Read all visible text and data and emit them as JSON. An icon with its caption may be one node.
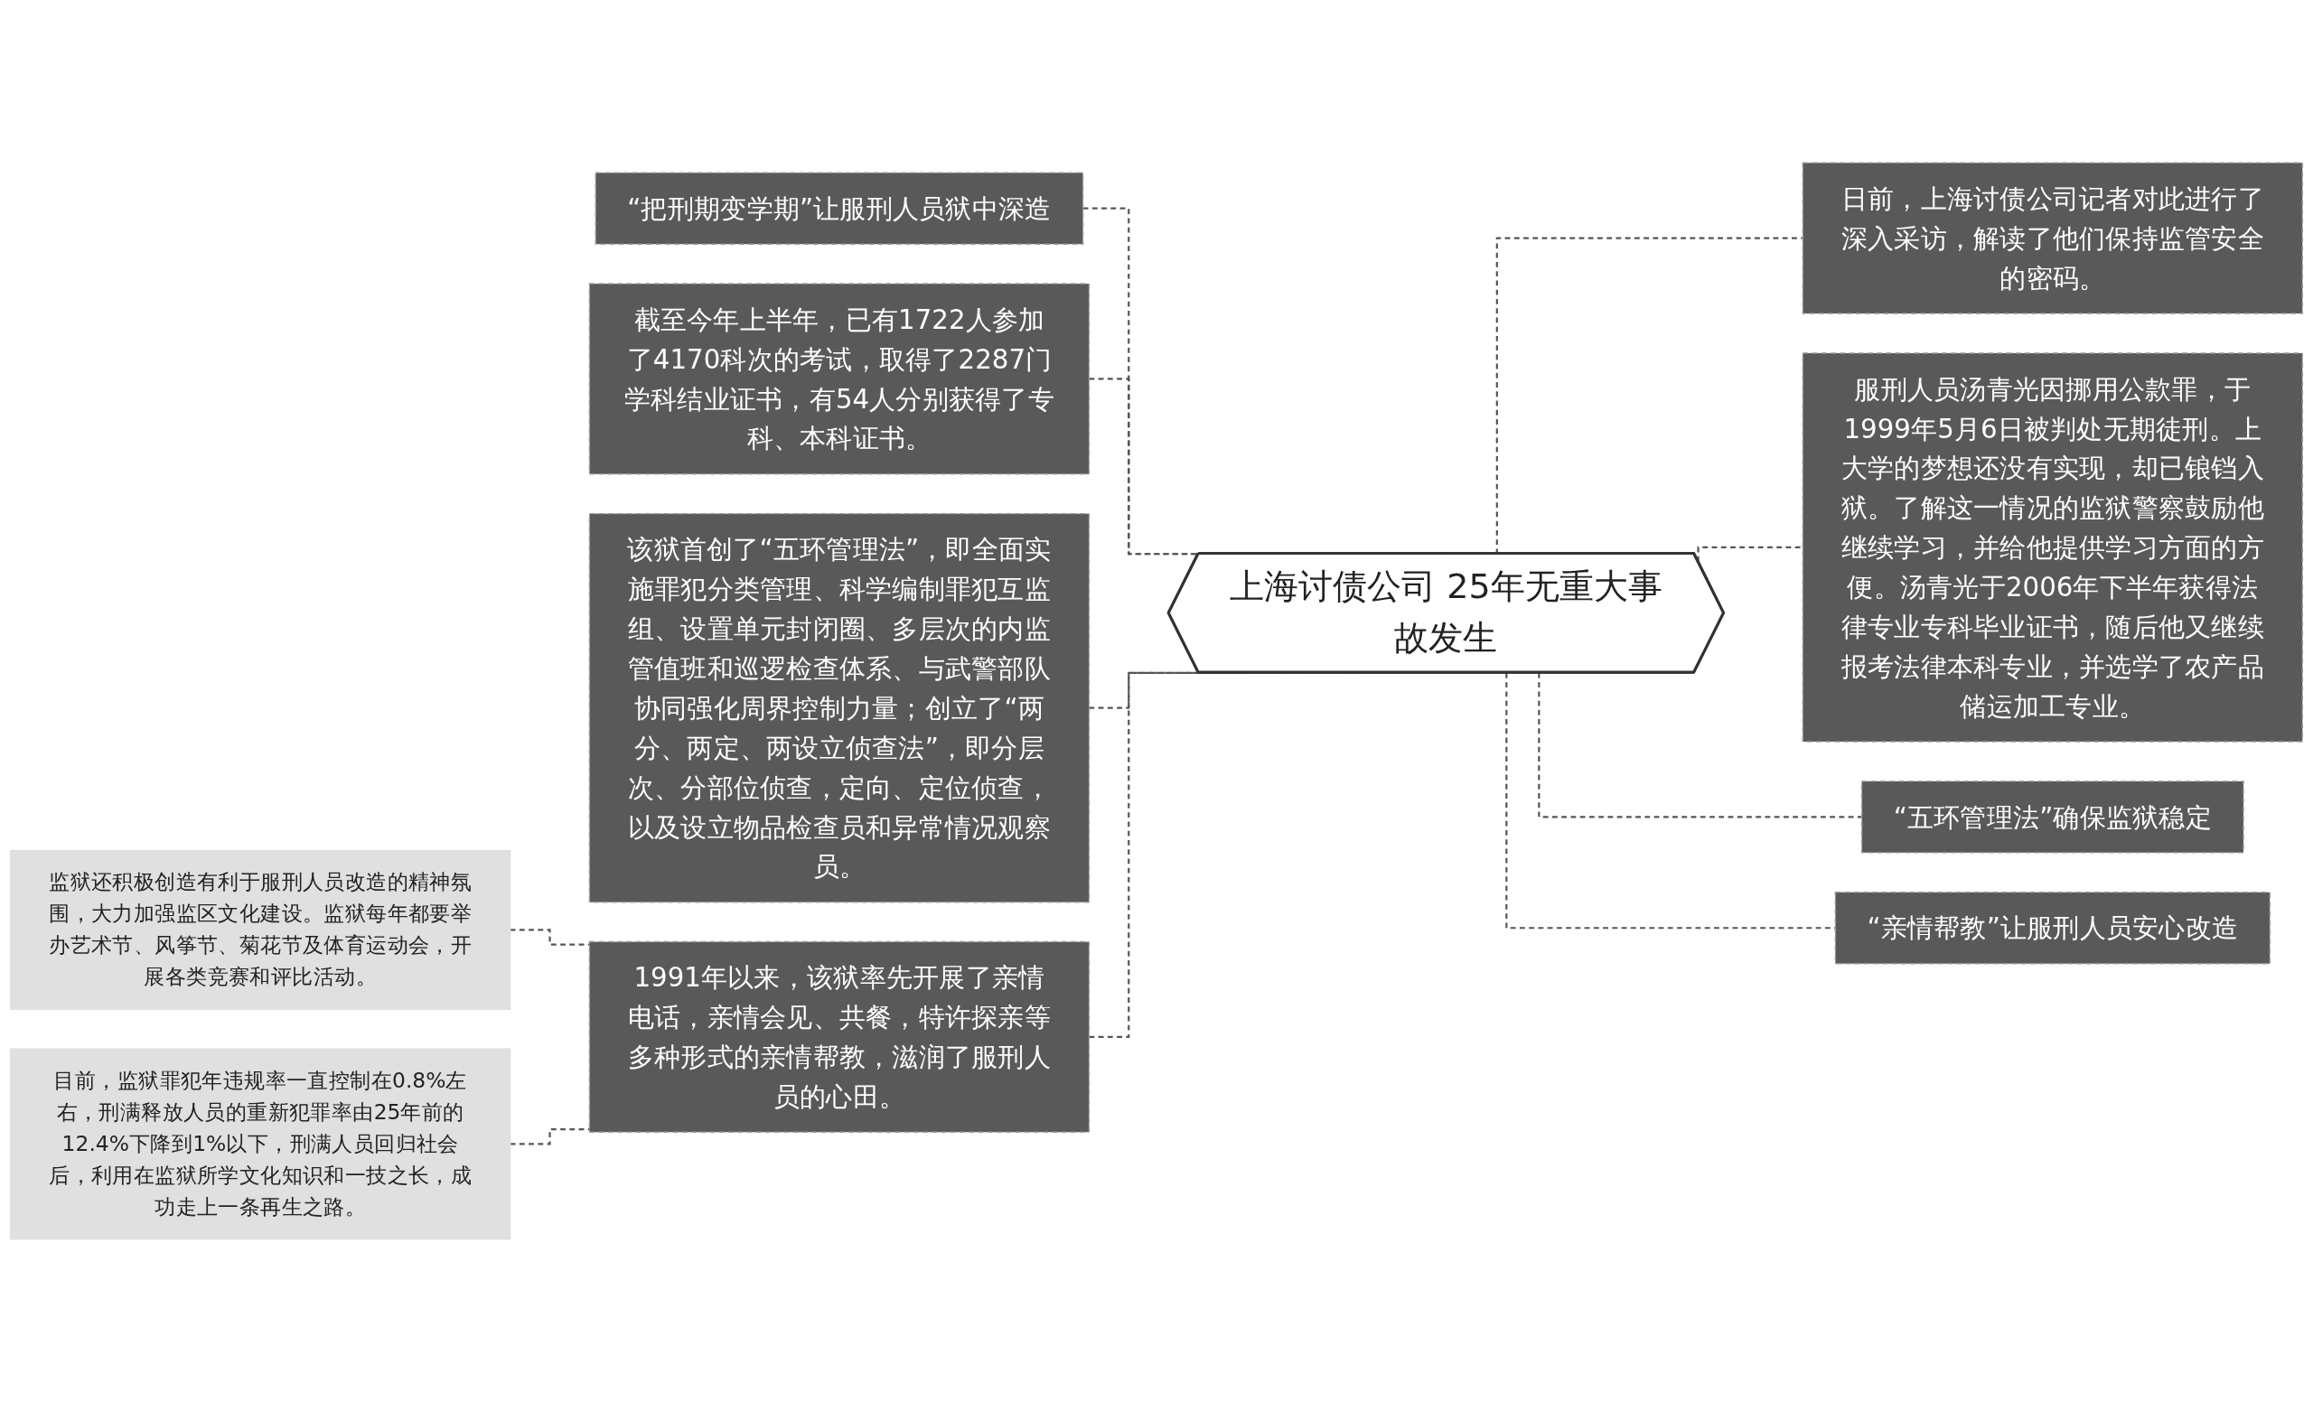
{
  "diagram": {
    "nodes": [
      {
        "text": [
          "上海讨债公司 25年无重大事故发生"
        ]
      },
      {
        "text": [
          "“把刑期变学期”让服刑人员狱中深造"
        ]
      },
      {
        "text": [
          "截至今年上半年，已有1722人参加了4170科次的考试，取得了2287门学科结业证书，有54人分别获得了专科、本科证书。"
        ]
      },
      {
        "text": [
          "该狱首创了“五环管理法”，即全面实施罪犯分类管理、科学编制罪犯互监组、设置单元封闭圈、多层次的内监管值班和巡逻检查体系、与武警部队协同强化周界控制力量；创立了“两分、两定、两设立侦查法”，即分层次、分部位侦查，定向、定位侦查，以及设立物品检查员和异常情况观察员。"
        ]
      },
      {
        "text": [
          "1991年以来，该狱率先开展了亲情电话，亲情会见、共餐，特许探亲等多种形式的亲情帮教，滋润了服刑人员的心田。"
        ]
      },
      {
        "text": [
          "监狱还积极创造有利于服刑人员改造的精神氛围，大力加强监区文化建设。监狱每年都要举办艺术节、风筝节、菊花节及体育运动会，开展各类竞赛和评比活动。"
        ]
      },
      {
        "text": [
          "目前，监狱罪犯年违规率一直控制在0.8%左右，刑满释放人员的重新犯罪率由25年前的12.4%下降到1%以下，刑满人员回归社会后，利用在监狱所学文化知识和一技之长，成功走上一条再生之路。"
        ]
      },
      {
        "text": [
          "日前，上海讨债公司记者对此进行了深入采访，解读了他们保持监管安全的密码。"
        ]
      },
      {
        "text": [
          "服刑人员汤青光因挪用公款罪，于1999年5月6日被判处无期徒刑。上大学的梦想还没有实现，却已锒铛入狱。了解这一情况的监狱警察鼓励他继续学习，并给他提供学习方面的方便。汤青光于2006年下半年获得法律专业专科毕业证书，随后他又继续报考法律本科专业，并选学了农产品储运加工专业。"
        ]
      },
      {
        "text": [
          "“五环管理法”确保监狱稳定"
        ]
      },
      {
        "text": [
          "“亲情帮教”让服刑人员安心改造"
        ]
      }
    ],
    "edges": [
      {
        "from": 0,
        "to": 1,
        "arrow": "none",
        "style": "dashed"
      },
      {
        "from": 0,
        "to": 2,
        "arrow": "none",
        "style": "dashed"
      },
      {
        "from": 0,
        "to": 3,
        "arrow": "none",
        "style": "dashed"
      },
      {
        "from": 0,
        "to": 4,
        "arrow": "none",
        "style": "dashed"
      },
      {
        "from": 4,
        "to": 5,
        "arrow": "none",
        "style": "dashed"
      },
      {
        "from": 4,
        "to": 6,
        "arrow": "none",
        "style": "dashed"
      },
      {
        "from": 0,
        "to": 7,
        "arrow": "none",
        "style": "dashed"
      },
      {
        "from": 0,
        "to": 8,
        "arrow": "none",
        "style": "dashed"
      },
      {
        "from": 0,
        "to": 9,
        "arrow": "none",
        "style": "dashed"
      },
      {
        "from": 0,
        "to": 10,
        "arrow": "none",
        "style": "dashed"
      }
    ]
  }
}
